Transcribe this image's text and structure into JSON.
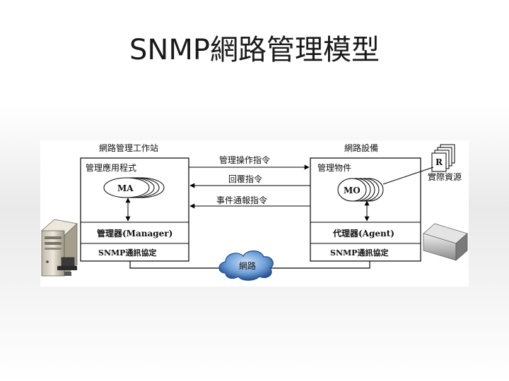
{
  "title": "SNMP網路管理模型",
  "diagram": {
    "station_title": "網路管理工作站",
    "device_title": "網路設備",
    "app_label": "管理應用程式",
    "ma_label": "MA",
    "object_label": "管理物件",
    "mo_label": "MO",
    "manager_label": "管理器(Manager)",
    "agent_label": "代理器(Agent)",
    "snmp_left": "SNMP通訊協定",
    "snmp_right": "SNMP通訊協定",
    "msg_op": "管理操作指令",
    "msg_reply": "回覆指令",
    "msg_event": "事件通報指令",
    "network_label": "網路",
    "resource_letter": "R",
    "resource_label": "實際資源"
  },
  "colors": {
    "line": "#000000",
    "cloud_dark": "#1f4f8f",
    "cloud_light": "#8fb8e6",
    "server_body": "#d8d2c4"
  }
}
